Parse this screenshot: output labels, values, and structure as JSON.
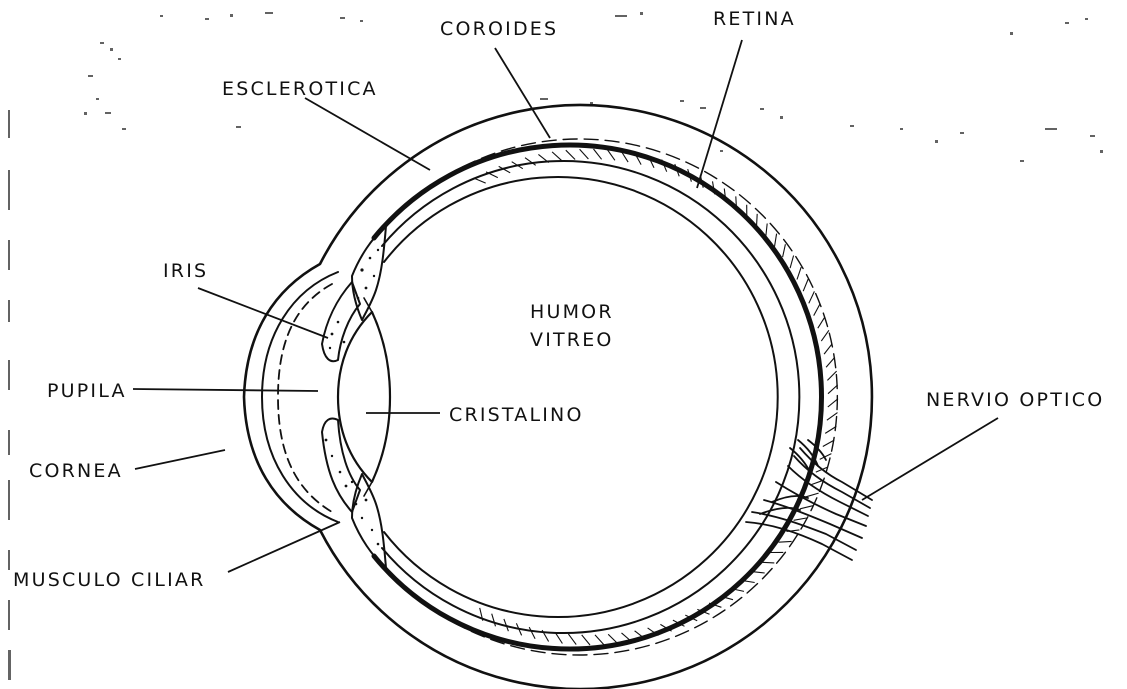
{
  "diagram": {
    "labels": {
      "coroides": "COROIDES",
      "retina": "RETINA",
      "esclerotica": "ESCLEROTICA",
      "iris": "IRIS",
      "humor_line1": "HUMOR",
      "humor_line2": "VITREO",
      "pupila": "PUPILA",
      "cristalino": "CRISTALINO",
      "nervio_optico": "NERVIO OPTICO",
      "cornea": "CORNEA",
      "musculo_ciliar": "MUSCULO CILIAR"
    },
    "colors": {
      "ink": "#111111",
      "paper": "#ffffff"
    }
  }
}
